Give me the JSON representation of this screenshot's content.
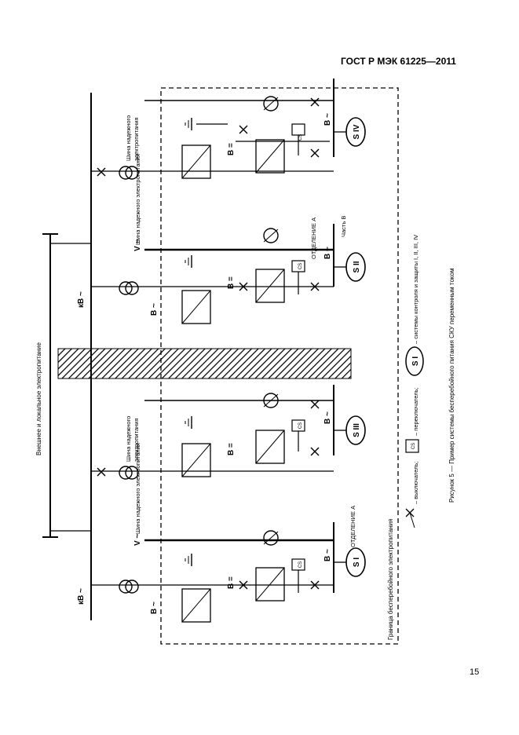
{
  "header": {
    "standard": "ГОСТ Р МЭК 61225—2011"
  },
  "page_number": "15",
  "figure": {
    "caption": "Рисунок 5 — Пример системы бесперебойного питания СКУ переменным током",
    "external_supply": "Внешнее и локальное электропитание",
    "ups_boundary": "Граница бесперебойного электропитания",
    "essential_bus": "Шина надежного электропитания",
    "essential_bus_l1": "Шина надежного",
    "essential_bus_l2": "электропитания",
    "kv_ac": "кВ ~",
    "v_ac": "V ~",
    "b_ac": "В ~",
    "b_dc": "В =",
    "cs": "CS",
    "division_a": "ОТДЕЛЕНИЕ А",
    "part_b": "Часть В",
    "systems": [
      "S I",
      "S II",
      "S III",
      "S IV"
    ],
    "legend_switch": "– выключатель;",
    "legend_transfer": "– переключатель;",
    "legend_systems": "– системы контроля и защиты I, II, III, IV",
    "legend_symbol": "S I"
  }
}
